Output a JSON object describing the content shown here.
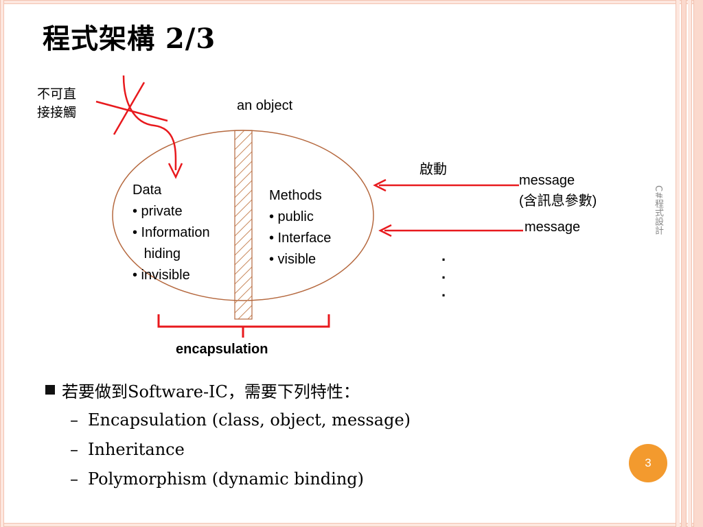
{
  "slide": {
    "title": "程式架構 2/3",
    "page_number": "3",
    "vertical_footer": "C#程式設計"
  },
  "diagram": {
    "no_direct_access": [
      "不可直",
      "接接觸"
    ],
    "object_label": "an object",
    "data": [
      "Data",
      "• private",
      "• Information",
      "   hiding",
      "• invisible"
    ],
    "methods": [
      "Methods",
      "• public",
      "• Interface",
      "• visible"
    ],
    "activate_label": "啟動",
    "message_with_params": [
      "message",
      "(含訊息參數)"
    ],
    "message_label": "message",
    "ellipsis_dots": [
      "·",
      "·",
      "·"
    ],
    "encapsulation_label": "encapsulation"
  },
  "body": {
    "main_bullet": "若要做到Software-IC，需要下列特性：",
    "sub_bullets": [
      "Encapsulation (class, object, message)",
      "Inheritance",
      "Polymorphism (dynamic binding)"
    ]
  },
  "colors": {
    "accent_red": "#e8191d",
    "ellipse_stroke": "#b5683e",
    "hatch": "#c98a5e",
    "page_circle": "#f39a2e"
  }
}
